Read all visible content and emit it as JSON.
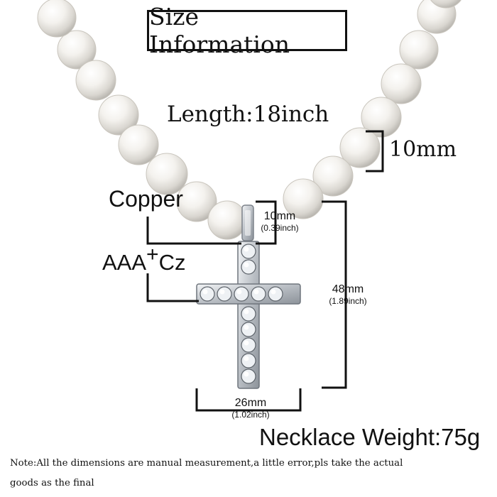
{
  "title": "Size Information",
  "length_label": "Length:18inch",
  "bead_size": "10mm",
  "material": "Copper",
  "stones": {
    "prefix": "AAA",
    "plus": "+",
    "suffix": "Cz"
  },
  "bail": {
    "mm": "10mm",
    "inch": "(0.39inch)"
  },
  "height": {
    "mm": "48mm",
    "inch": "(1.89inch)"
  },
  "width": {
    "mm": "26mm",
    "inch": "(1.02inch)"
  },
  "weight_label": "Necklace Weight:75g",
  "note_line1": "Note:All the dimensions are manual measurement,a little error,pls take the actual",
  "note_line2": "goods as the final",
  "colors": {
    "text": "#111111",
    "pearl": "#f3f0ea",
    "metal": "#c9cdd2"
  }
}
